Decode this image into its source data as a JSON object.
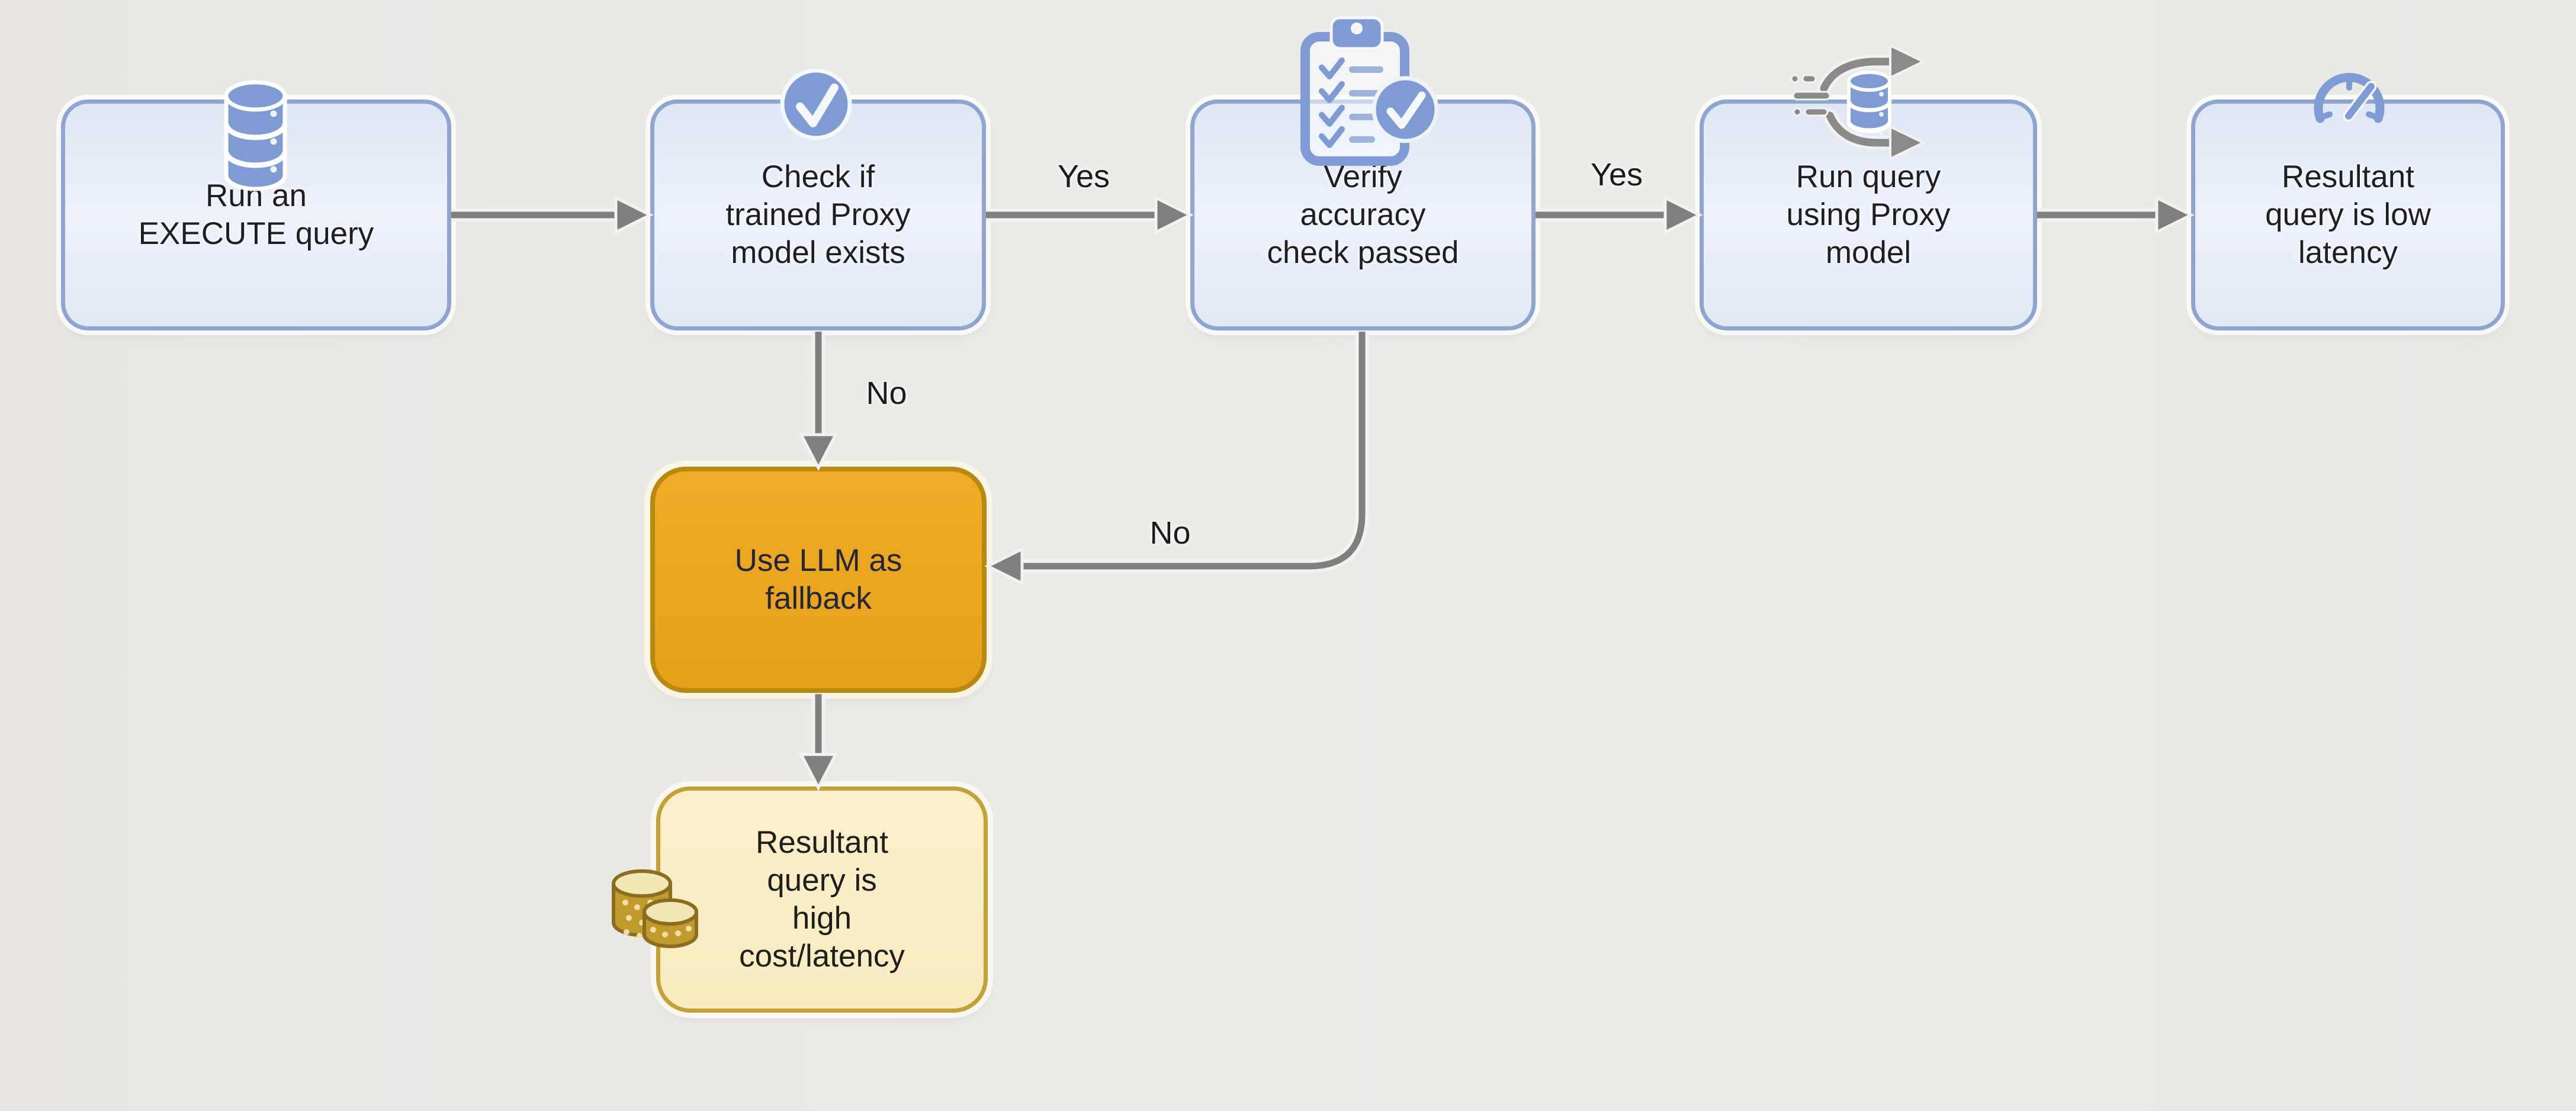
{
  "diagram": {
    "type": "flowchart",
    "background": "#E9E8E5",
    "nodes": {
      "execute": {
        "label": "Run an\nEXECUTE query",
        "icon": "database-icon"
      },
      "check_proxy": {
        "label": "Check if\ntrained Proxy\nmodel exists",
        "icon": "check-circle-icon"
      },
      "verify_accuracy": {
        "label": "Verify\naccuracy\ncheck passed",
        "icon": "checklist-clipboard-icon"
      },
      "run_proxy": {
        "label": "Run query\nusing Proxy\nmodel",
        "icon": "database-flow-icon"
      },
      "low_latency": {
        "label": "Resultant\nquery is low\nlatency",
        "icon": "speedometer-icon"
      },
      "llm_fallback": {
        "label": "Use LLM as\nfallback"
      },
      "high_cost": {
        "label": "Resultant\nquery is\nhigh\ncost/latency",
        "icon": "coins-icon"
      }
    },
    "edges": [
      {
        "from": "execute",
        "to": "check_proxy",
        "label": ""
      },
      {
        "from": "check_proxy",
        "to": "verify_accuracy",
        "label": "Yes"
      },
      {
        "from": "verify_accuracy",
        "to": "run_proxy",
        "label": "Yes"
      },
      {
        "from": "run_proxy",
        "to": "low_latency",
        "label": ""
      },
      {
        "from": "check_proxy",
        "to": "llm_fallback",
        "label": "No"
      },
      {
        "from": "verify_accuracy",
        "to": "llm_fallback",
        "label": "No"
      },
      {
        "from": "llm_fallback",
        "to": "high_cost",
        "label": ""
      }
    ],
    "colors": {
      "bg": "#E9E8E5",
      "node_fill": "#E6ECF8",
      "node_border": "#8FA4CE",
      "icon_blue": "#7E9CD3",
      "arrow_gray": "#7F7F7D",
      "text_dark": "#1F1F23",
      "fallback_fill": "#EDA621",
      "fallback_border": "#B9880E",
      "fallback_text": "#232539",
      "highcost_fill": "#FAEDC4",
      "highcost_border": "#C2A139",
      "coin_gold": "#C19A2E",
      "coin_pale": "#F2E5B6",
      "coin_outline": "#8A6D1F"
    }
  }
}
